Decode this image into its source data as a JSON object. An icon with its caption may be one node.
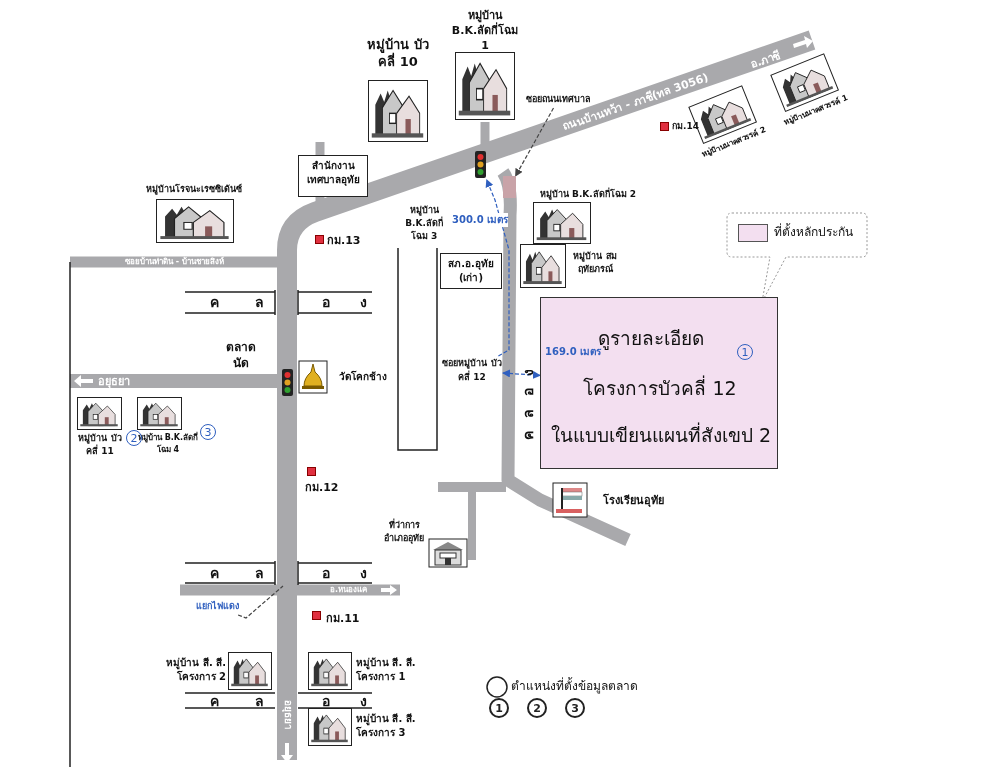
{
  "diagram": {
    "nodes": [
      {
        "text": [
          "หมู่บ้าน บัวคลี่ 10"
        ]
      },
      {
        "text": [
          "หมู่บ้าน B.K.ลัดกี่โฉม 1"
        ]
      },
      {
        "text": [
          "ซอยถนนเทศบาล"
        ]
      },
      {
        "text": [
          "สำนักงาน เทศบาลอุทัย"
        ]
      },
      {
        "text": [
          "หมู่บ้านโรจนะเรซซิเด้นซ์"
        ]
      },
      {
        "text": [
          "หมู่บ้าน B.K.ลัดกี่โฉม 3"
        ]
      },
      {
        "text": [
          "สภ.อ.อุทัย (เก่า)"
        ]
      },
      {
        "text": [
          "หมู่บ้าน B.K.ลัดกี่โฉม 2"
        ]
      },
      {
        "text": [
          "หมู่บ้าน สมฤทัยภรณ์"
        ]
      },
      {
        "text": [
          "ดูรายละเอียด",
          "โครงการบัวคลี่ 12",
          "ในแบบเขียนแผนที่สังเขป 2",
          "1"
        ]
      },
      {
        "text": [
          "วัดโคกช้าง"
        ]
      },
      {
        "text": [
          "หมู่บ้าน บัวคลี่ 11"
        ],
        "beside": [
          "2"
        ]
      },
      {
        "text": [
          "หมู่บ้าน B.K.ลัดกี่โฉม 4"
        ],
        "beside": [
          "3"
        ]
      },
      {
        "text": [
          "โรงเรียนอุทัย"
        ]
      },
      {
        "text": [
          "ที่ว่าการ อำเภออุทัย"
        ]
      },
      {
        "text": [
          "หมู่บ้าน สี. สี. โครงการ 2"
        ]
      },
      {
        "text": [
          "หมู่บ้าน สี. สี. โครงการ 1"
        ]
      },
      {
        "text": [
          "หมู่บ้าน สี. สี. โครงการ 3"
        ]
      },
      {
        "text": [
          "หมู่บ้านนาคสวรรค์ 2"
        ]
      },
      {
        "text": [
          "หมู่บ้านนาคสวรรค์ 1"
        ]
      },
      {
        "text": [
          "แยกไฟแดง"
        ]
      },
      {
        "text": [],
        "shape": "picture"
      },
      {
        "text": [
          "ซอยหมู่บ้าน บัวคลี่ 12"
        ]
      },
      {
        "text": [],
        "shape": "bar"
      }
    ],
    "edges": [
      {
        "from": 2,
        "to": 23,
        "arrow": "to",
        "style": "dashed"
      },
      {
        "from": 20,
        "to": null,
        "arrow": "none",
        "style": "dashed"
      },
      {
        "from": 22,
        "to": 21,
        "arrow": "to",
        "label": "300.0 เมตร",
        "style": "dashed",
        "color": "#2f5fbf"
      },
      {
        "from": 22,
        "to": 9,
        "arrow": "both",
        "label": "169.0 เมตร",
        "style": "dashed",
        "color": "#2f5fbf"
      }
    ],
    "labels": [
      "ถนนบ้านหว้า - ภาชี(ทล 3056)",
      "อ.ภาชี",
      "กม.14",
      "กม.13",
      "ซอยบ้านท่าดิน - บ้านชายสิงห์",
      "ค",
      "ล",
      "อ",
      "ง",
      "ตลาด นัด",
      "อยุธยา",
      "ค",
      "ล",
      "อ",
      "ง",
      "กม.12",
      "ค",
      "ล",
      "อ",
      "ง",
      "อ.หนองแค",
      "กม.11",
      "ค",
      "ล",
      "อ",
      "ง",
      "อยุธยา",
      "1",
      "2",
      "3"
    ],
    "legend": [
      {
        "text": "ที่ตั้งหลักประกัน",
        "color": "#f3dff0"
      },
      {
        "text": "ตำแหน่งที่ตั้งข้อมูลตลาด"
      }
    ]
  }
}
